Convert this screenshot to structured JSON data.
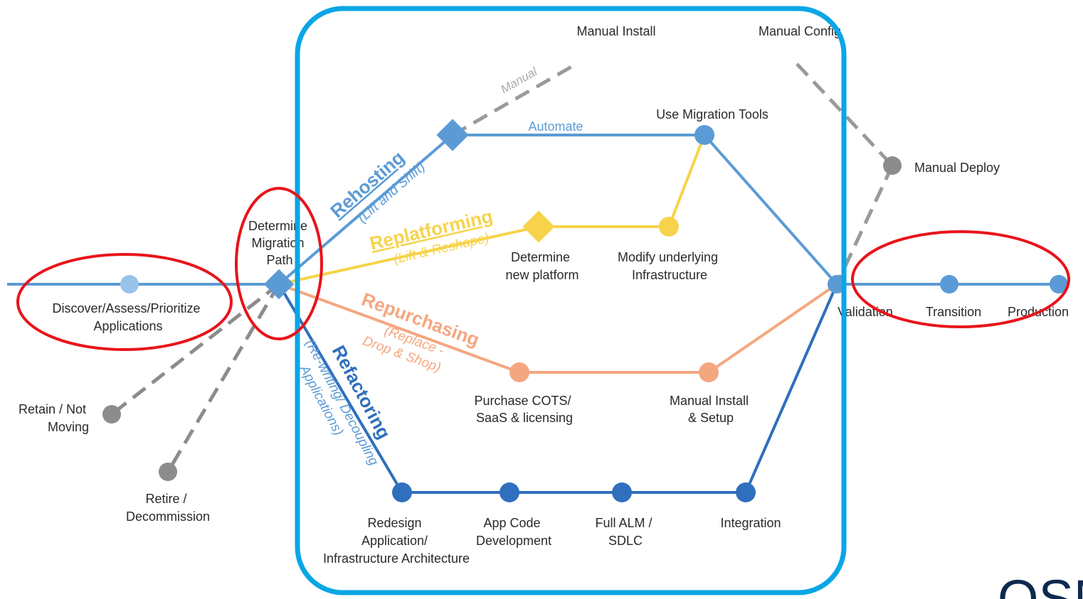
{
  "colors": {
    "main": "#5b9bd5",
    "dark_blue": "#2f6fbd",
    "light_node": "#9ac3ea",
    "yellow": "#f7d34b",
    "orange": "#f4a77f",
    "gray": "#8c8c8c",
    "highlight_red": "#e8141b",
    "highlight_cyan": "#09a6e6",
    "logo": "#0d2a4f"
  },
  "stations": {
    "discover": [
      "Discover/Assess/Prioritize",
      "Applications"
    ],
    "determine_path": [
      "Determine",
      "Migration",
      "Path"
    ],
    "retain": [
      "Retain / Not",
      "Moving"
    ],
    "retire": [
      "Retire /",
      "Decommission"
    ],
    "manual_install_top": "Manual Install",
    "manual_config": "Manual Config",
    "manual_deploy": "Manual Deploy",
    "use_migration_tools": "Use Migration Tools",
    "determine_new_platform": [
      "Determine",
      "new platform"
    ],
    "modify_infrastructure": [
      "Modify underlying",
      "Infrastructure"
    ],
    "purchase_cots": [
      "Purchase COTS/",
      "SaaS & licensing"
    ],
    "manual_install_setup": [
      "Manual Install",
      "& Setup"
    ],
    "redesign": [
      "Redesign",
      "Application/",
      "Infrastructure Architecture"
    ],
    "app_code": [
      "App Code",
      "Development"
    ],
    "full_alm": [
      "Full ALM /",
      "SDLC"
    ],
    "integration": "Integration",
    "validation": "Validation",
    "transition": "Transition",
    "production": "Production"
  },
  "routes": {
    "rehosting": {
      "name": "Rehosting",
      "sub": "(Lift and Shift)"
    },
    "replatforming": {
      "name": "Replatforming",
      "sub": "(Lift & Reshape)"
    },
    "repurchasing": {
      "name": "Repurchasing",
      "sub1": "(Replace -",
      "sub2": "Drop & Shop)"
    },
    "refactoring": {
      "name": "Refactoring",
      "sub1": "(Re-writing/ Decoupling",
      "sub2": "Applications)"
    }
  },
  "branch_labels": {
    "manual": "Manual",
    "automate": "Automate"
  },
  "logo_text": "OSM"
}
